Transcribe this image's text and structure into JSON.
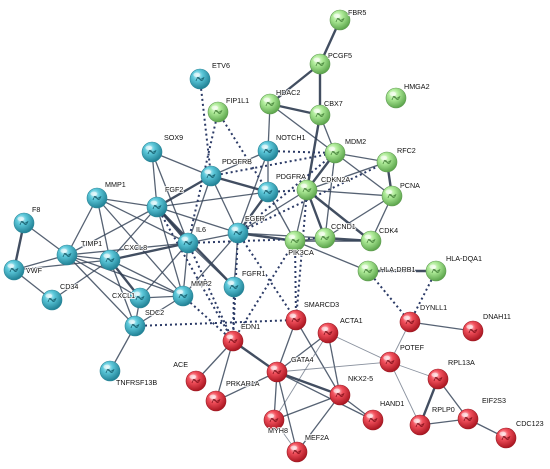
{
  "colors": {
    "cyan": "#3fb6c9",
    "green": "#9ee08a",
    "red": "#ee3d4a",
    "edge": "#38465a",
    "dotted": "#2b3a66"
  },
  "nodes": [
    {
      "id": "FBR5",
      "label": "FBR5",
      "cluster": "green"
    },
    {
      "id": "PCGF5",
      "label": "PCGF5",
      "cluster": "green"
    },
    {
      "id": "HDAC2",
      "label": "HDAC2",
      "cluster": "green"
    },
    {
      "id": "CBX7",
      "label": "CBX7",
      "cluster": "green"
    },
    {
      "id": "HMGA2",
      "label": "HMGA2",
      "cluster": "green"
    },
    {
      "id": "FIP1L1",
      "label": "FIP1L1",
      "cluster": "green"
    },
    {
      "id": "MDM2",
      "label": "MDM2",
      "cluster": "green"
    },
    {
      "id": "RFC2",
      "label": "RFC2",
      "cluster": "green"
    },
    {
      "id": "CDKN2A",
      "label": "CDKN2A",
      "cluster": "green"
    },
    {
      "id": "PCNA",
      "label": "PCNA",
      "cluster": "green"
    },
    {
      "id": "CCND1",
      "label": "CCND1",
      "cluster": "green"
    },
    {
      "id": "CDK4",
      "label": "CDK4",
      "cluster": "green"
    },
    {
      "id": "PIK3CA",
      "label": "PIK3CA",
      "cluster": "green"
    },
    {
      "id": "HLA-DRB1",
      "label": "HLA-DRB1",
      "cluster": "green"
    },
    {
      "id": "HLA-DQA1",
      "label": "HLA-DQA1",
      "cluster": "green"
    },
    {
      "id": "ETV6",
      "label": "ETV6",
      "cluster": "cyan"
    },
    {
      "id": "SOX9",
      "label": "SOX9",
      "cluster": "cyan"
    },
    {
      "id": "NOTCH1",
      "label": "NOTCH1",
      "cluster": "cyan"
    },
    {
      "id": "PDGFRB",
      "label": "PDGFRB",
      "cluster": "cyan"
    },
    {
      "id": "PDGFRA",
      "label": "PDGFRA",
      "cluster": "cyan"
    },
    {
      "id": "MMP1",
      "label": "MMP1",
      "cluster": "cyan"
    },
    {
      "id": "FGF2",
      "label": "FGF2",
      "cluster": "cyan"
    },
    {
      "id": "EGFR",
      "label": "EGFR",
      "cluster": "cyan"
    },
    {
      "id": "F8",
      "label": "F8",
      "cluster": "cyan"
    },
    {
      "id": "TIMP1",
      "label": "TIMP1",
      "cluster": "cyan"
    },
    {
      "id": "CXCL8",
      "label": "CXCL8",
      "cluster": "cyan"
    },
    {
      "id": "IL6",
      "label": "IL6",
      "cluster": "cyan"
    },
    {
      "id": "VWF",
      "label": "VWF",
      "cluster": "cyan"
    },
    {
      "id": "CD34",
      "label": "CD34",
      "cluster": "cyan"
    },
    {
      "id": "FGFR1",
      "label": "FGFR1",
      "cluster": "cyan"
    },
    {
      "id": "CXCL1",
      "label": "CXCL1",
      "cluster": "cyan"
    },
    {
      "id": "MMP2",
      "label": "MMP2",
      "cluster": "cyan"
    },
    {
      "id": "SDC2",
      "label": "SDC2",
      "cluster": "cyan"
    },
    {
      "id": "TNFRSF13B",
      "label": "TNFRSF13B",
      "cluster": "cyan"
    },
    {
      "id": "SMARCD3",
      "label": "SMARCD3",
      "cluster": "red"
    },
    {
      "id": "DYNLL1",
      "label": "DYNLL1",
      "cluster": "red"
    },
    {
      "id": "ACTA1",
      "label": "ACTA1",
      "cluster": "red"
    },
    {
      "id": "EDN1",
      "label": "EDN1",
      "cluster": "red"
    },
    {
      "id": "DNAH11",
      "label": "DNAH11",
      "cluster": "red"
    },
    {
      "id": "ACE",
      "label": "ACE",
      "cluster": "red"
    },
    {
      "id": "GATA4",
      "label": "GATA4",
      "cluster": "red"
    },
    {
      "id": "POTEF",
      "label": "POTEF",
      "cluster": "red"
    },
    {
      "id": "PRKAR1A",
      "label": "PRKAR1A",
      "cluster": "red"
    },
    {
      "id": "NKX2-5",
      "label": "NKX2-5",
      "cluster": "red"
    },
    {
      "id": "RPL13A",
      "label": "RPL13A",
      "cluster": "red"
    },
    {
      "id": "HAND1",
      "label": "HAND1",
      "cluster": "red"
    },
    {
      "id": "MYH8",
      "label": "MYH8",
      "cluster": "red"
    },
    {
      "id": "RPLP0",
      "label": "RPLP0",
      "cluster": "red"
    },
    {
      "id": "EIF2S3",
      "label": "EIF2S3",
      "cluster": "red"
    },
    {
      "id": "MEF2A",
      "label": "MEF2A",
      "cluster": "red"
    },
    {
      "id": "CDC123",
      "label": "CDC123",
      "cluster": "red"
    }
  ],
  "edges": [
    {
      "from": "FBR5",
      "to": "PCGF5",
      "style": "thick"
    },
    {
      "from": "PCGF5",
      "to": "HDAC2",
      "style": "thick"
    },
    {
      "from": "PCGF5",
      "to": "CBX7",
      "style": "thick"
    },
    {
      "from": "HDAC2",
      "to": "CBX7",
      "style": "thick"
    },
    {
      "from": "HDAC2",
      "to": "NOTCH1",
      "style": "solid"
    },
    {
      "from": "HDAC2",
      "to": "MDM2",
      "style": "solid"
    },
    {
      "from": "CBX7",
      "to": "CDKN2A",
      "style": "thick"
    },
    {
      "from": "CBX7",
      "to": "MDM2",
      "style": "solid"
    },
    {
      "from": "MDM2",
      "to": "CDKN2A",
      "style": "thick"
    },
    {
      "from": "MDM2",
      "to": "RFC2",
      "style": "solid"
    },
    {
      "from": "MDM2",
      "to": "PCNA",
      "style": "solid"
    },
    {
      "from": "MDM2",
      "to": "CCND1",
      "style": "solid"
    },
    {
      "from": "RFC2",
      "to": "PCNA",
      "style": "thick"
    },
    {
      "from": "RFC2",
      "to": "CDKN2A",
      "style": "solid"
    },
    {
      "from": "PCNA",
      "to": "CCND1",
      "style": "solid"
    },
    {
      "from": "PCNA",
      "to": "CDK4",
      "style": "solid"
    },
    {
      "from": "PCNA",
      "to": "CDKN2A",
      "style": "solid"
    },
    {
      "from": "CDKN2A",
      "to": "CCND1",
      "style": "thick"
    },
    {
      "from": "CDKN2A",
      "to": "CDK4",
      "style": "thick"
    },
    {
      "from": "CDKN2A",
      "to": "PIK3CA",
      "style": "solid"
    },
    {
      "from": "CCND1",
      "to": "CDK4",
      "style": "thick"
    },
    {
      "from": "CCND1",
      "to": "PIK3CA",
      "style": "solid"
    },
    {
      "from": "CDK4",
      "to": "PIK3CA",
      "style": "solid"
    },
    {
      "from": "HLA-DRB1",
      "to": "HLA-DQA1",
      "style": "thick"
    },
    {
      "from": "PIK3CA",
      "to": "HLA-DRB1",
      "style": "solid"
    },
    {
      "from": "SOX9",
      "to": "PDGFRB",
      "style": "solid"
    },
    {
      "from": "SOX9",
      "to": "FGF2",
      "style": "solid"
    },
    {
      "from": "SOX9",
      "to": "IL6",
      "style": "solid"
    },
    {
      "from": "NOTCH1",
      "to": "PDGFRB",
      "style": "solid"
    },
    {
      "from": "NOTCH1",
      "to": "PDGFRA",
      "style": "solid"
    },
    {
      "from": "NOTCH1",
      "to": "EGFR",
      "style": "solid"
    },
    {
      "from": "PDGFRB",
      "to": "PDGFRA",
      "style": "thick"
    },
    {
      "from": "PDGFRB",
      "to": "FGF2",
      "style": "thick"
    },
    {
      "from": "PDGFRB",
      "to": "EGFR",
      "style": "solid"
    },
    {
      "from": "PDGFRB",
      "to": "IL6",
      "style": "solid"
    },
    {
      "from": "PDGFRA",
      "to": "EGFR",
      "style": "thick"
    },
    {
      "from": "PDGFRA",
      "to": "FGF2",
      "style": "solid"
    },
    {
      "from": "PDGFRA",
      "to": "PIK3CA",
      "style": "solid"
    },
    {
      "from": "MMP1",
      "to": "FGF2",
      "style": "solid"
    },
    {
      "from": "MMP1",
      "to": "TIMP1",
      "style": "solid"
    },
    {
      "from": "MMP1",
      "to": "CXCL8",
      "style": "solid"
    },
    {
      "from": "MMP1",
      "to": "IL6",
      "style": "solid"
    },
    {
      "from": "MMP1",
      "to": "MMP2",
      "style": "solid"
    },
    {
      "from": "FGF2",
      "to": "EGFR",
      "style": "solid"
    },
    {
      "from": "FGF2",
      "to": "IL6",
      "style": "thick"
    },
    {
      "from": "FGF2",
      "to": "CXCL8",
      "style": "solid"
    },
    {
      "from": "FGF2",
      "to": "FGFR1",
      "style": "thick"
    },
    {
      "from": "FGF2",
      "to": "MMP2",
      "style": "solid"
    },
    {
      "from": "FGF2",
      "to": "TIMP1",
      "style": "solid"
    },
    {
      "from": "EGFR",
      "to": "IL6",
      "style": "solid"
    },
    {
      "from": "EGFR",
      "to": "PIK3CA",
      "style": "thick"
    },
    {
      "from": "EGFR",
      "to": "FGFR1",
      "style": "solid"
    },
    {
      "from": "EGFR",
      "to": "CDKN2A",
      "style": "solid"
    },
    {
      "from": "EGFR",
      "to": "CCND1",
      "style": "solid"
    },
    {
      "from": "EGFR",
      "to": "MMP2",
      "style": "solid"
    },
    {
      "from": "F8",
      "to": "VWF",
      "style": "thick"
    },
    {
      "from": "F8",
      "to": "TIMP1",
      "style": "solid"
    },
    {
      "from": "VWF",
      "to": "TIMP1",
      "style": "solid"
    },
    {
      "from": "VWF",
      "to": "CD34",
      "style": "solid"
    },
    {
      "from": "VWF",
      "to": "CXCL8",
      "style": "solid"
    },
    {
      "from": "TIMP1",
      "to": "CXCL8",
      "style": "solid"
    },
    {
      "from": "TIMP1",
      "to": "IL6",
      "style": "solid"
    },
    {
      "from": "TIMP1",
      "to": "MMP2",
      "style": "solid"
    },
    {
      "from": "TIMP1",
      "to": "CXCL1",
      "style": "solid"
    },
    {
      "from": "TIMP1",
      "to": "SDC2",
      "style": "solid"
    },
    {
      "from": "CXCL8",
      "to": "IL6",
      "style": "thick"
    },
    {
      "from": "CXCL8",
      "to": "CXCL1",
      "style": "thick"
    },
    {
      "from": "CXCL8",
      "to": "MMP2",
      "style": "solid"
    },
    {
      "from": "CXCL8",
      "to": "CD34",
      "style": "solid"
    },
    {
      "from": "CXCL8",
      "to": "SDC2",
      "style": "solid"
    },
    {
      "from": "IL6",
      "to": "MMP2",
      "style": "solid"
    },
    {
      "from": "IL6",
      "to": "CXCL1",
      "style": "solid"
    },
    {
      "from": "IL6",
      "to": "FGFR1",
      "style": "solid"
    },
    {
      "from": "CXCL1",
      "to": "MMP2",
      "style": "solid"
    },
    {
      "from": "CXCL1",
      "to": "SDC2",
      "style": "solid"
    },
    {
      "from": "MMP2",
      "to": "SDC2",
      "style": "solid"
    },
    {
      "from": "SDC2",
      "to": "TNFRSF13B",
      "style": "solid"
    },
    {
      "from": "FIP1L1",
      "to": "PDGFRA",
      "style": "dotted"
    },
    {
      "from": "FIP1L1",
      "to": "IL6",
      "style": "dotted"
    },
    {
      "from": "ETV6",
      "to": "PDGFRB",
      "style": "dotted"
    },
    {
      "from": "NOTCH1",
      "to": "MDM2",
      "style": "dotted"
    },
    {
      "from": "PDGFRB",
      "to": "MDM2",
      "style": "dotted"
    },
    {
      "from": "EGFR",
      "to": "MDM2",
      "style": "dotted"
    },
    {
      "from": "EGFR",
      "to": "RFC2",
      "style": "dotted"
    },
    {
      "from": "PDGFRA",
      "to": "CDKN2A",
      "style": "dotted"
    },
    {
      "from": "IL6",
      "to": "CCND1",
      "style": "dotted"
    },
    {
      "from": "FGF2",
      "to": "EDN1",
      "style": "dotted"
    },
    {
      "from": "IL6",
      "to": "EDN1",
      "style": "dotted"
    },
    {
      "from": "EGFR",
      "to": "EDN1",
      "style": "dotted"
    },
    {
      "from": "FGFR1",
      "to": "EDN1",
      "style": "dotted"
    },
    {
      "from": "PIK3CA",
      "to": "EDN1",
      "style": "dotted"
    },
    {
      "from": "SDC2",
      "to": "SMARCD3",
      "style": "dotted"
    },
    {
      "from": "MMP2",
      "to": "EDN1",
      "style": "dotted"
    },
    {
      "from": "PIK3CA",
      "to": "SMARCD3",
      "style": "dotted"
    },
    {
      "from": "CDKN2A",
      "to": "SMARCD3",
      "style": "dotted"
    },
    {
      "from": "EGFR",
      "to": "SMARCD3",
      "style": "dotted"
    },
    {
      "from": "HLA-DRB1",
      "to": "DYNLL1",
      "style": "dotted"
    },
    {
      "from": "HLA-DQA1",
      "to": "DYNLL1",
      "style": "dotted"
    },
    {
      "from": "PIK3CA",
      "to": "CDK4",
      "style": "solid"
    },
    {
      "from": "SMARCD3",
      "to": "GATA4",
      "style": "solid"
    },
    {
      "from": "SMARCD3",
      "to": "NKX2-5",
      "style": "solid"
    },
    {
      "from": "EDN1",
      "to": "GATA4",
      "style": "thick"
    },
    {
      "from": "EDN1",
      "to": "ACE",
      "style": "solid"
    },
    {
      "from": "EDN1",
      "to": "PRKAR1A",
      "style": "solid"
    },
    {
      "from": "ACTA1",
      "to": "GATA4",
      "style": "solid"
    },
    {
      "from": "ACTA1",
      "to": "POTEF",
      "style": "thin"
    },
    {
      "from": "ACTA1",
      "to": "NKX2-5",
      "style": "solid"
    },
    {
      "from": "ACTA1",
      "to": "MYH8",
      "style": "thin"
    },
    {
      "from": "GATA4",
      "to": "NKX2-5",
      "style": "thick"
    },
    {
      "from": "GATA4",
      "to": "MYH8",
      "style": "solid"
    },
    {
      "from": "GATA4",
      "to": "MEF2A",
      "style": "solid"
    },
    {
      "from": "GATA4",
      "to": "HAND1",
      "style": "solid"
    },
    {
      "from": "GATA4",
      "to": "POTEF",
      "style": "thin"
    },
    {
      "from": "GATA4",
      "to": "PRKAR1A",
      "style": "solid"
    },
    {
      "from": "NKX2-5",
      "to": "HAND1",
      "style": "solid"
    },
    {
      "from": "NKX2-5",
      "to": "MEF2A",
      "style": "solid"
    },
    {
      "from": "NKX2-5",
      "to": "MYH8",
      "style": "solid"
    },
    {
      "from": "DYNLL1",
      "to": "DNAH11",
      "style": "solid"
    },
    {
      "from": "DYNLL1",
      "to": "POTEF",
      "style": "thin"
    },
    {
      "from": "POTEF",
      "to": "RPL13A",
      "style": "thin"
    },
    {
      "from": "POTEF",
      "to": "RPLP0",
      "style": "thin"
    },
    {
      "from": "RPL13A",
      "to": "RPLP0",
      "style": "thick"
    },
    {
      "from": "RPL13A",
      "to": "EIF2S3",
      "style": "solid"
    },
    {
      "from": "RPLP0",
      "to": "EIF2S3",
      "style": "solid"
    },
    {
      "from": "EIF2S3",
      "to": "CDC123",
      "style": "solid"
    },
    {
      "from": "MYH8",
      "to": "MEF2A",
      "style": "thin"
    }
  ]
}
